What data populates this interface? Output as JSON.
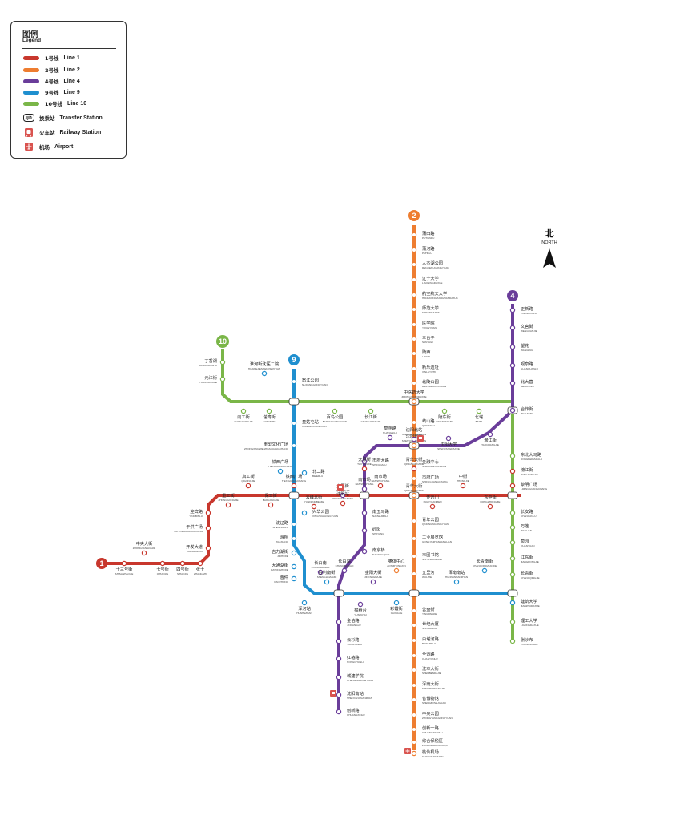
{
  "legend": {
    "title_zh": "图例",
    "title_en": "Legend",
    "lines": [
      {
        "zh": "1号线",
        "en": "Line 1",
        "color": "#c8372d"
      },
      {
        "zh": "2号线",
        "en": "Line 2",
        "color": "#ee7d30"
      },
      {
        "zh": "4号线",
        "en": "Line 4",
        "color": "#6a3d9a"
      },
      {
        "zh": "9号线",
        "en": "Line 9",
        "color": "#1f8fcf"
      },
      {
        "zh": "10号线",
        "en": "Line 10",
        "color": "#7ab648"
      }
    ],
    "symbols": [
      {
        "zh": "换乘站",
        "en": "Transfer Station",
        "icon": "transfer-station-icon"
      },
      {
        "zh": "火车站",
        "en": "Railway Station",
        "icon": "railway-station-icon"
      },
      {
        "zh": "机场",
        "en": "Airport",
        "icon": "airport-icon"
      }
    ]
  },
  "north": {
    "zh": "北",
    "en": "NORTH"
  },
  "line_badges": {
    "l1": "1",
    "l2": "2",
    "l4": "4",
    "l9": "9",
    "l10": "10"
  },
  "stations": {
    "l2": [
      [
        "蒲田路",
        "PUTIANLU"
      ],
      [
        "蒲河路",
        "PUHELU"
      ],
      [
        "人杰湖公园",
        "RENJIEHUGONGYUAN"
      ],
      [
        "辽宁大学",
        "LIAONINGDAXUE"
      ],
      [
        "航空航天大学",
        "HANGKONGHANGTIANDAXUE"
      ],
      [
        "师范大学",
        "SHIFANDAXUE"
      ],
      [
        "医学院",
        "YIXUEYUAN"
      ],
      [
        "三台子",
        "SANTAIZI"
      ],
      [
        "陵西",
        "LINGXI"
      ],
      [
        "新乐遗址",
        "XINLEYIZHI"
      ],
      [
        "北陵公园",
        "BEILINGGONGYUAN"
      ],
      [
        "中医药大学",
        "ZHONGYIYAODAXUE"
      ],
      [
        "岐山路",
        "QISHANLU"
      ],
      [
        "沈阳北站",
        "SHENYANGBEIZHAN"
      ],
      [
        "金融中心",
        "JINRONGZHONGXIN"
      ],
      [
        "市府广场",
        "SHIFUGUANGCHANG"
      ],
      [
        "青年大街",
        "QINGNIANDAJIE"
      ],
      [
        "青年公园",
        "QINGNIANGONGYUAN"
      ],
      [
        "工业展览馆",
        "GONGYEZHANLANGUAN"
      ],
      [
        "市图书馆",
        "SHITUSHUGUAN"
      ],
      [
        "五里河",
        "WULIHE"
      ],
      [
        "奥体中心",
        "AOTIZHONGXIN"
      ],
      [
        "营盘街",
        "YINGPANJIE"
      ],
      [
        "世纪大厦",
        "SHIJIDASHA"
      ],
      [
        "白塔河路",
        "BAITAHELU"
      ],
      [
        "全运路",
        "QUANYUNLU"
      ],
      [
        "沈本大街",
        "SHENBENDAJIE"
      ],
      [
        "浑南大街",
        "SHENZHONGDAJIE"
      ],
      [
        "省博物馆",
        "SHENGBOWUGUAN"
      ],
      [
        "中央公园",
        "ZHONGYANGGONGYUAN"
      ],
      [
        "创新一路",
        "CHUANGXINYILU"
      ],
      [
        "综合保税区",
        "ZONGHEBAOSHUIQU"
      ],
      [
        "桃仙机场",
        "TAOXIANJICHANG"
      ]
    ],
    "l4": [
      [
        "正新路",
        "ZHENGXINLU"
      ],
      [
        "文官街",
        "WENGUANJIE"
      ],
      [
        "望花",
        "WANGHUA"
      ],
      [
        "观泉路",
        "GUANQUANLU"
      ],
      [
        "北大营",
        "BEIDAYING"
      ],
      [
        "合作街",
        "HEZUOJIE"
      ],
      [
        "沈阳北站",
        "SHENYANGBEIZHAN"
      ],
      [
        "皇寺路",
        "HUANGSILU"
      ],
      [
        "沈阳大学",
        "SHENYANGDAXUE"
      ],
      [
        "滂江街",
        "TAOCHANGJIE"
      ],
      [
        "市府大路",
        "SHIFUDALU"
      ],
      [
        "太原街",
        "TAIYUANJIE"
      ],
      [
        "南市场",
        "NANSHICHANG"
      ],
      [
        "南五马路",
        "NANWUMALU"
      ],
      [
        "砂阳",
        "SHAYANG"
      ],
      [
        "南京桥",
        "NANJINGQIAO"
      ],
      [
        "长白岛",
        "CHANGBAIDAO"
      ],
      [
        "长白南",
        "CHANGBAINAN"
      ],
      [
        "金阳大街",
        "JINYANGDAJIE"
      ],
      [
        "榆树台",
        "YUSHUTAI"
      ],
      [
        "金伯路",
        "JINCANGLU"
      ],
      [
        "云杉路",
        "YUNSHANLU"
      ],
      [
        "红椿路",
        "HONGCHUNLU"
      ],
      [
        "城建学院",
        "CHENGJIANXUEYUAN"
      ],
      [
        "沈阳南站",
        "SHENYANGNANZHAN"
      ],
      [
        "创新路",
        "CHUANGXINLU"
      ]
    ],
    "l9": [
      [
        "怒江公园",
        "NUJIANGGONGYUAN"
      ],
      [
        "淮河街沈医二院",
        "HUAIHEJIESHENYIERYUAN"
      ],
      [
        "皇姑屯站",
        "HUANGGUTUNZHAN"
      ],
      [
        "重型文化广场",
        "ZHONGXINGWENHUAGUANGCHANG"
      ],
      [
        "铁西广场",
        "TIEXIGUANGCHANG"
      ],
      [
        "北二路",
        "BEIERLU"
      ],
      [
        "兴华公园",
        "XINGHUAGONGYUAN"
      ],
      [
        "沈辽路",
        "SHENLIAOLU"
      ],
      [
        "滑翔",
        "HUAXIANG"
      ],
      [
        "吉力湖街",
        "JILIHUJIE"
      ],
      [
        "大通湖街",
        "DATONGHUJIE"
      ],
      [
        "曹仲",
        "CAOZHONG"
      ],
      [
        "浑河站",
        "HUNHEZHAN"
      ],
      [
        "胜利南街",
        "SHENGLINANJIE"
      ],
      [
        "彩霞街",
        "CAIXIAJIE"
      ],
      [
        "长青南街",
        "CHANGQINGNANJIE"
      ],
      [
        "浑南南站",
        "HUNNANNANZHAN"
      ],
      [
        "建筑大学",
        "JIANZHUDAXUE"
      ]
    ],
    "l1": [
      [
        "十三号街",
        "SHISANHAOJIE"
      ],
      [
        "中央大街",
        "ZHONGYANGDAJIE"
      ],
      [
        "七号街",
        "QIHAOJIE"
      ],
      [
        "四号街",
        "SIHAOJIE"
      ],
      [
        "张士",
        "ZHANGSHI"
      ],
      [
        "开发大道",
        "KAIFADADAO"
      ],
      [
        "于洪广场",
        "YUHONGGUANGCHANG"
      ],
      [
        "迎宾路",
        "YINGBINLU"
      ],
      [
        "重工街",
        "ZHONGGONGJIE"
      ],
      [
        "启工街",
        "QIGONGJIE"
      ],
      [
        "保工街",
        "BAOGONGJIE"
      ],
      [
        "铁西广场",
        "TIEXIGUANGCHANG"
      ],
      [
        "云峰北街",
        "YUNFENGBEIJIE"
      ],
      [
        "沈阳站",
        "SHENYANGZHAN"
      ],
      [
        "太原街",
        "TAIYUANJIE"
      ],
      [
        "南市场",
        "NANSHICHANG"
      ],
      [
        "青年大街",
        "QINGNIANDAJIE"
      ],
      [
        "怀远门",
        "HUAIYUANMEN"
      ],
      [
        "中街",
        "ZHONGJIE"
      ],
      [
        "东中街",
        "DONGZHONGJIE"
      ],
      [
        "滂江街",
        "PANGJIANGJIE"
      ],
      [
        "黎明广场",
        "LIMINGGUANGCHANG"
      ]
    ],
    "l10": [
      [
        "丁香湖",
        "DINGXIANGHU"
      ],
      [
        "元江街",
        "YUANJIANGJIE"
      ],
      [
        "向工街",
        "XIANGGONGJIE"
      ],
      [
        "塔湾街",
        "TAWANJIE"
      ],
      [
        "百鸟公园",
        "BAINIAOGONGYUAN"
      ],
      [
        "长江街",
        "CHANGJIANGJIE"
      ],
      [
        "陵东街",
        "LINGDONGJIE"
      ],
      [
        "北塔",
        "BEITA"
      ],
      [
        "东北大马路",
        "DONGBEIDAMALU"
      ],
      [
        "长安路",
        "CHANGANLU"
      ],
      [
        "万莲",
        "WANLIAN"
      ],
      [
        "泉园",
        "QUANYUAN"
      ],
      [
        "江东街",
        "JIANGDONGJIE"
      ],
      [
        "长青街",
        "CHANGQINGJIE"
      ],
      [
        "理工大学",
        "LIGONGDAXUE"
      ],
      [
        "张沙布",
        "ZHANGSHABU"
      ]
    ]
  }
}
